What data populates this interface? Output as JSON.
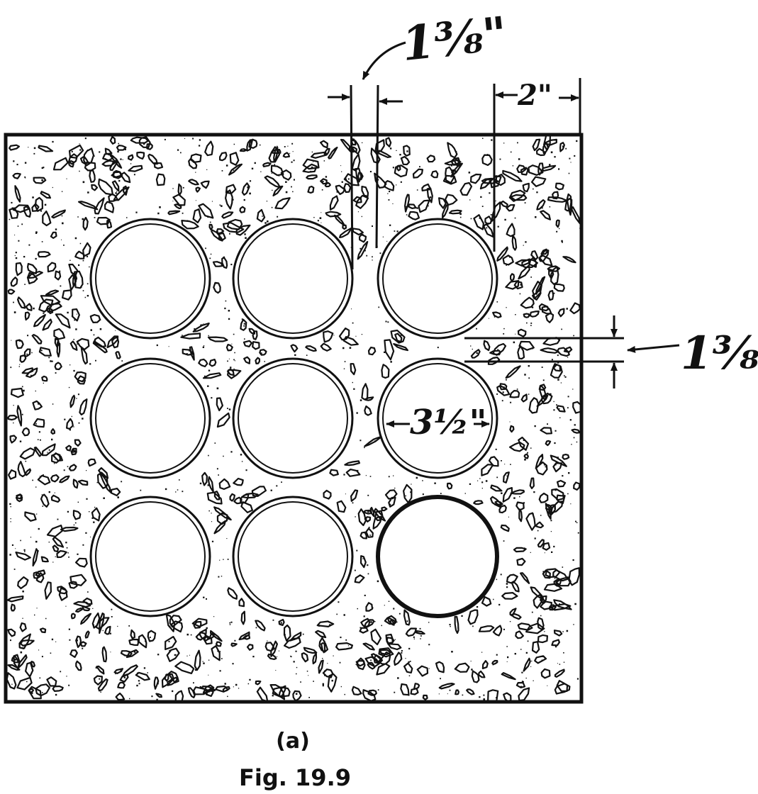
{
  "dimensions": {
    "bar_spacing_horizontal": "1⅜\"",
    "bar_spacing_vertical": "1⅜\"",
    "edge_cover": "2\"",
    "bar_diameter": "3½\""
  },
  "rebar_grid": {
    "rows": 3,
    "columns": 3
  },
  "subfigure_label": "(a)",
  "figure_caption": "Fig. 19.9",
  "colors": {
    "ink": "#111111",
    "background": "#ffffff"
  }
}
